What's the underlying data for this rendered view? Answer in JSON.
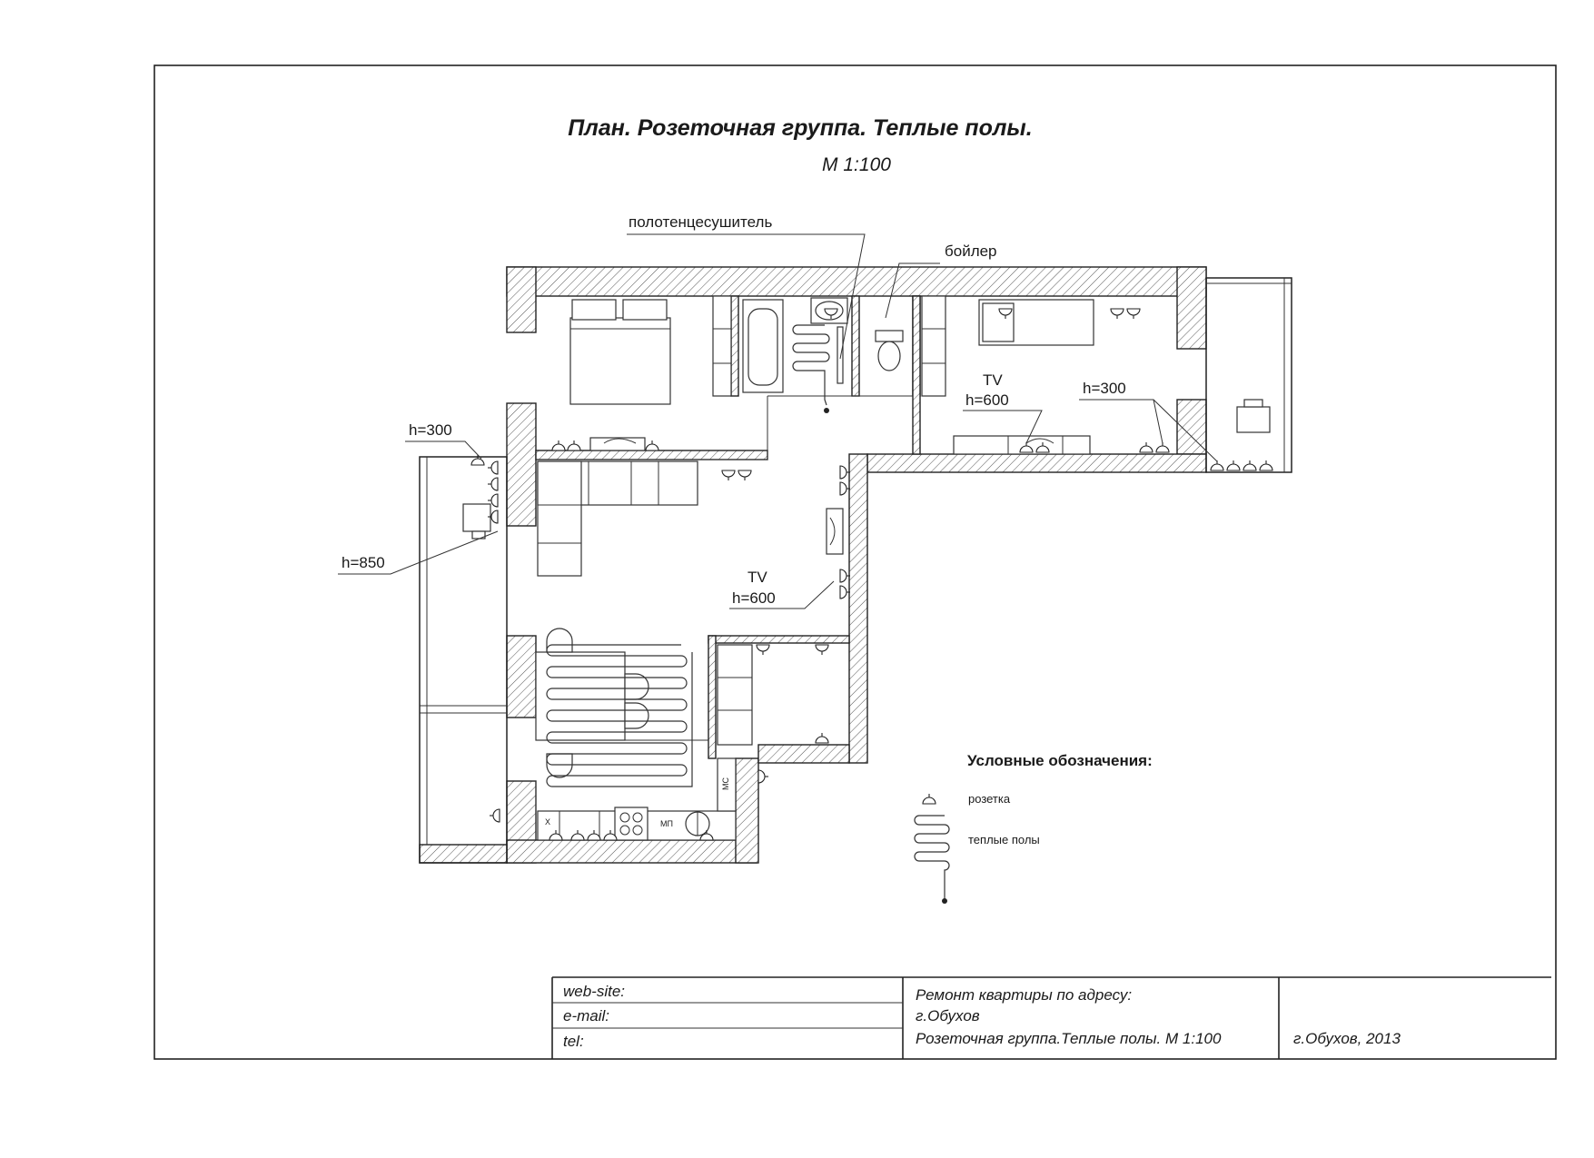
{
  "drawing": {
    "title": "План. Розеточная группа. Теплые полы.",
    "scale": "М 1:100"
  },
  "annotations": {
    "towel_dryer": "полотенцесушитель",
    "boiler": "бойлер",
    "tv_bedroom_label": "TV",
    "tv_bedroom_height": "h=600",
    "bedroom_right_height": "h=300",
    "left_balcony_height_top": "h=300",
    "left_balcony_height_desk": "h=850",
    "tv_living_label": "TV",
    "tv_living_height": "h=600",
    "kitchen_mark_mv": "МП",
    "kitchen_mark_ms": "МС",
    "kitchen_mark_x": "Х"
  },
  "legend": {
    "heading": "Условные обозначения:",
    "items": [
      {
        "label": "розетка",
        "icon": "socket-icon"
      },
      {
        "label": "теплые полы",
        "icon": "heated-floor-icon"
      }
    ]
  },
  "title_block": {
    "website_label": "web-site:",
    "email_label": "e-mail:",
    "tel_label": "tel:",
    "project_line1": "Ремонт квартиры по адресу:",
    "project_line2": "г.Обухов",
    "project_line3": "Розеточная группа.Теплые полы. М 1:100",
    "place_year": "г.Обухов,  2013"
  }
}
